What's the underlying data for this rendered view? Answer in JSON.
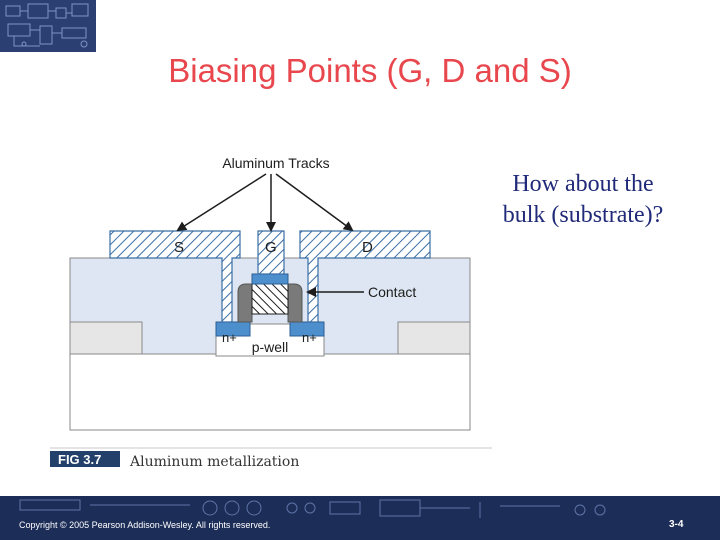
{
  "slide": {
    "title": "Biasing Points (G, D and S)",
    "question": "How about the bulk (substrate)?",
    "copyright": "Copyright © 2005 Pearson Addison-Wesley. All rights reserved.",
    "page_number": "3-4"
  },
  "figure": {
    "label_tracks": "Aluminum Tracks",
    "label_source": "S",
    "label_gate": "G",
    "label_drain": "D",
    "label_contact": "Contact",
    "label_n_left": "n+",
    "label_n_right": "n+",
    "label_pwell": "p-well",
    "fig_number": "FIG 3.7",
    "fig_caption": "Aluminum metallization"
  },
  "colors": {
    "title": "#e8474d",
    "question": "#202a78",
    "oxide": "#dde6f2",
    "metal_hatch": "#3a6ea5",
    "gate_blue": "#4d8fcc",
    "fig_tag": "#23406b",
    "footer": "#1c2d58"
  }
}
